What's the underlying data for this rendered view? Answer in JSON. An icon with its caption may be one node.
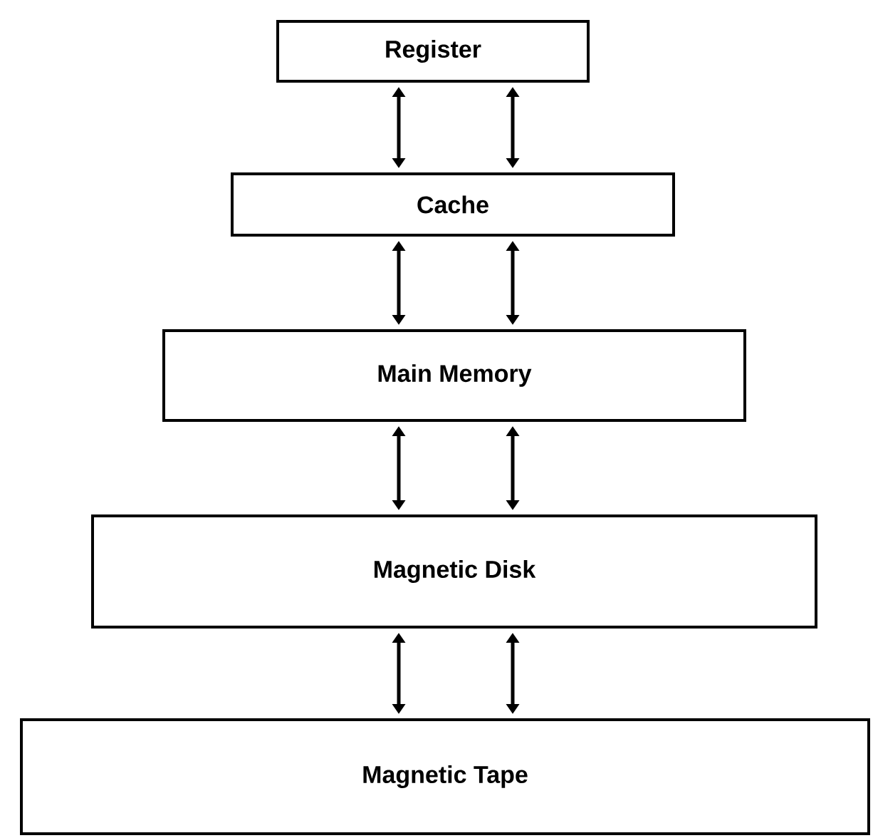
{
  "diagram": {
    "nodes": [
      {
        "text": [
          "Register"
        ]
      },
      {
        "text": [
          "Cache"
        ]
      },
      {
        "text": [
          "Main Memory"
        ]
      },
      {
        "text": [
          "Magnetic Disk"
        ]
      },
      {
        "text": [
          "Magnetic Tape"
        ]
      }
    ],
    "edges": [
      {
        "from": 0,
        "to": 1,
        "arrow": "both"
      },
      {
        "from": 0,
        "to": 1,
        "arrow": "both"
      },
      {
        "from": 1,
        "to": 2,
        "arrow": "both"
      },
      {
        "from": 1,
        "to": 2,
        "arrow": "both"
      },
      {
        "from": 2,
        "to": 3,
        "arrow": "both"
      },
      {
        "from": 2,
        "to": 3,
        "arrow": "both"
      },
      {
        "from": 3,
        "to": 4,
        "arrow": "both"
      },
      {
        "from": 3,
        "to": 4,
        "arrow": "both"
      }
    ]
  }
}
